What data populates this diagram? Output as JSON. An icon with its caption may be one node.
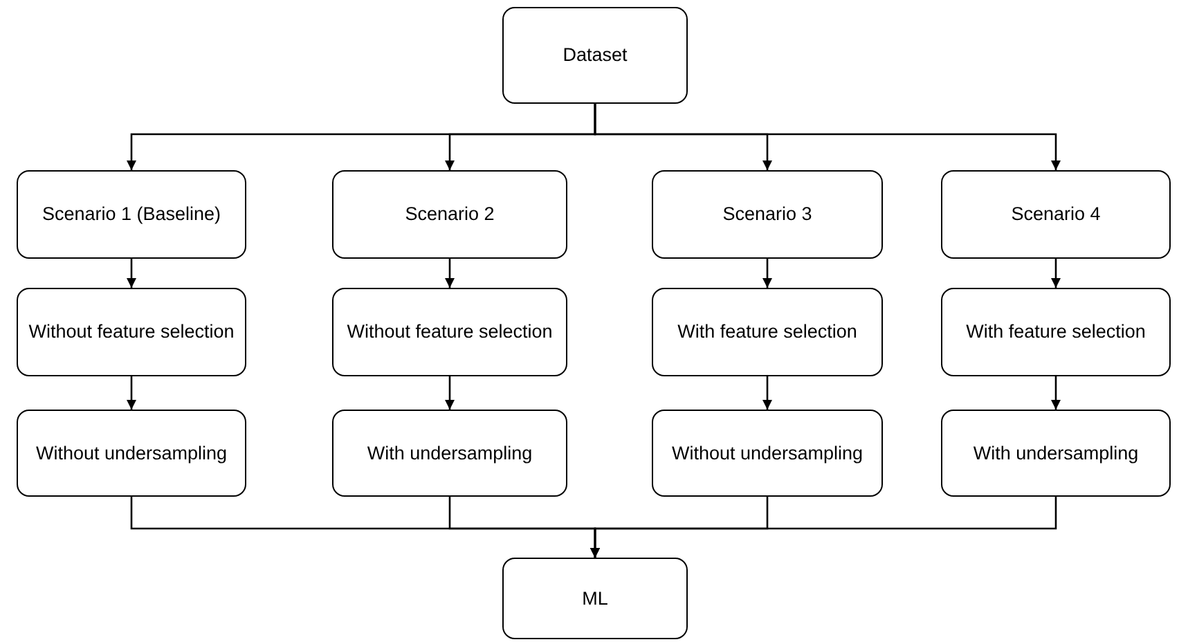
{
  "diagram": {
    "nodes": [
      {
        "text": [
          "Dataset"
        ]
      },
      {
        "text": [
          "Scenario 1 (Baseline)"
        ]
      },
      {
        "text": [
          "Scenario 2"
        ]
      },
      {
        "text": [
          "Scenario 3"
        ]
      },
      {
        "text": [
          "Scenario 4"
        ]
      },
      {
        "text": [
          "Without feature selection"
        ]
      },
      {
        "text": [
          "Without feature selection"
        ]
      },
      {
        "text": [
          "With feature selection"
        ]
      },
      {
        "text": [
          "With feature selection"
        ]
      },
      {
        "text": [
          "Without undersampling"
        ]
      },
      {
        "text": [
          "With undersampling"
        ]
      },
      {
        "text": [
          "Without undersampling"
        ]
      },
      {
        "text": [
          "With undersampling"
        ]
      },
      {
        "text": [
          "ML"
        ]
      }
    ],
    "edges": [
      {
        "from": 0,
        "to": 1,
        "arrow": "to"
      },
      {
        "from": 0,
        "to": 2,
        "arrow": "to"
      },
      {
        "from": 0,
        "to": 3,
        "arrow": "to"
      },
      {
        "from": 0,
        "to": 4,
        "arrow": "to"
      },
      {
        "from": 1,
        "to": 5,
        "arrow": "to"
      },
      {
        "from": 2,
        "to": 6,
        "arrow": "to"
      },
      {
        "from": 3,
        "to": 7,
        "arrow": "to"
      },
      {
        "from": 4,
        "to": 8,
        "arrow": "to"
      },
      {
        "from": 5,
        "to": 9,
        "arrow": "to"
      },
      {
        "from": 6,
        "to": 10,
        "arrow": "to"
      },
      {
        "from": 7,
        "to": 11,
        "arrow": "to"
      },
      {
        "from": 8,
        "to": 12,
        "arrow": "to"
      },
      {
        "from": 9,
        "to": 13,
        "arrow": "to"
      },
      {
        "from": 10,
        "to": 13,
        "arrow": "to"
      },
      {
        "from": 11,
        "to": 13,
        "arrow": "to"
      },
      {
        "from": 12,
        "to": 13,
        "arrow": "to"
      }
    ]
  }
}
